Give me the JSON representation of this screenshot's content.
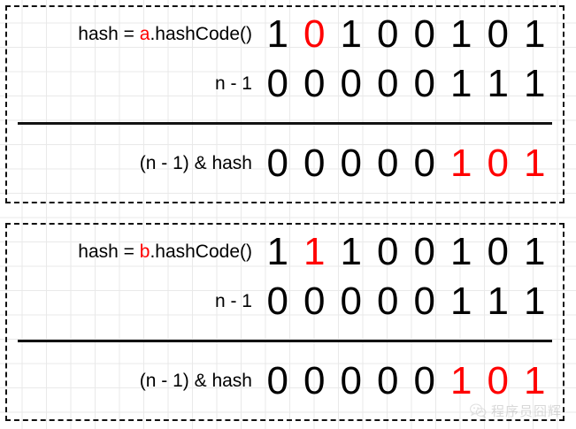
{
  "colors": {
    "highlight": "#ff0000",
    "text": "#000000",
    "grid": "#e9e9e9",
    "border": "#111111",
    "watermark": "#b9b9b9"
  },
  "panels": [
    {
      "id": "panel-a",
      "rows": [
        {
          "name": "hash-row",
          "label_prefix": "hash = ",
          "label_var": "a",
          "label_suffix": ".hashCode()",
          "bits": [
            {
              "v": "1",
              "red": false
            },
            {
              "v": "0",
              "red": true
            },
            {
              "v": "1",
              "red": false
            },
            {
              "v": "0",
              "red": false
            },
            {
              "v": "0",
              "red": false
            },
            {
              "v": "1",
              "red": false
            },
            {
              "v": "0",
              "red": false
            },
            {
              "v": "1",
              "red": false
            }
          ]
        },
        {
          "name": "mask-row",
          "label": "n - 1",
          "bits": [
            {
              "v": "0",
              "red": false
            },
            {
              "v": "0",
              "red": false
            },
            {
              "v": "0",
              "red": false
            },
            {
              "v": "0",
              "red": false
            },
            {
              "v": "0",
              "red": false
            },
            {
              "v": "1",
              "red": false
            },
            {
              "v": "1",
              "red": false
            },
            {
              "v": "1",
              "red": false
            }
          ]
        },
        {
          "name": "result-row",
          "label": "(n - 1)  & hash",
          "bits": [
            {
              "v": "0",
              "red": false
            },
            {
              "v": "0",
              "red": false
            },
            {
              "v": "0",
              "red": false
            },
            {
              "v": "0",
              "red": false
            },
            {
              "v": "0",
              "red": false
            },
            {
              "v": "1",
              "red": true
            },
            {
              "v": "0",
              "red": true
            },
            {
              "v": "1",
              "red": true
            }
          ]
        }
      ]
    },
    {
      "id": "panel-b",
      "rows": [
        {
          "name": "hash-row",
          "label_prefix": "hash = ",
          "label_var": "b",
          "label_suffix": ".hashCode()",
          "bits": [
            {
              "v": "1",
              "red": false
            },
            {
              "v": "1",
              "red": true
            },
            {
              "v": "1",
              "red": false
            },
            {
              "v": "0",
              "red": false
            },
            {
              "v": "0",
              "red": false
            },
            {
              "v": "1",
              "red": false
            },
            {
              "v": "0",
              "red": false
            },
            {
              "v": "1",
              "red": false
            }
          ]
        },
        {
          "name": "mask-row",
          "label": "n - 1",
          "bits": [
            {
              "v": "0",
              "red": false
            },
            {
              "v": "0",
              "red": false
            },
            {
              "v": "0",
              "red": false
            },
            {
              "v": "0",
              "red": false
            },
            {
              "v": "0",
              "red": false
            },
            {
              "v": "1",
              "red": false
            },
            {
              "v": "1",
              "red": false
            },
            {
              "v": "1",
              "red": false
            }
          ]
        },
        {
          "name": "result-row",
          "label": "(n - 1)  & hash",
          "bits": [
            {
              "v": "0",
              "red": false
            },
            {
              "v": "0",
              "red": false
            },
            {
              "v": "0",
              "red": false
            },
            {
              "v": "0",
              "red": false
            },
            {
              "v": "0",
              "red": false
            },
            {
              "v": "1",
              "red": true
            },
            {
              "v": "0",
              "red": true
            },
            {
              "v": "1",
              "red": true
            }
          ]
        }
      ]
    }
  ],
  "watermark": {
    "icon": "wechat-icon",
    "text": "程序员囧辉"
  }
}
